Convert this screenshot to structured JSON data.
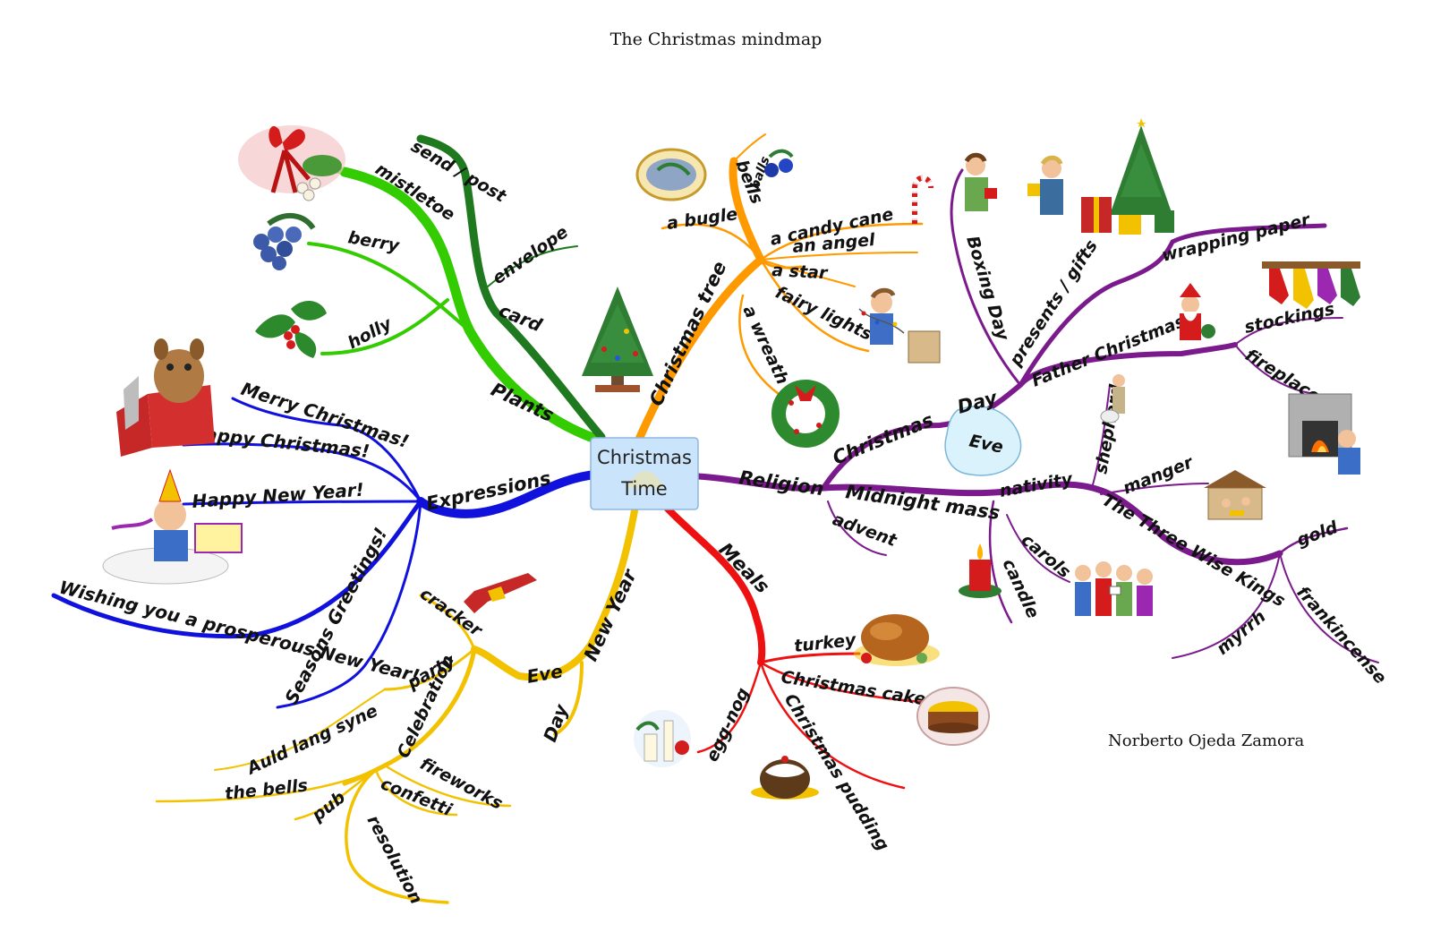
{
  "title": "The Christmas mindmap",
  "author": "Norberto Ojeda Zamora",
  "center": {
    "line1": "Christmas",
    "line2": "Time"
  },
  "colors": {
    "plants": "#33cc00",
    "card": "#1f7a1f",
    "tree": "#ff9900",
    "religion": "#7b1a8c",
    "meals": "#ee1111",
    "newyear": "#f2c200",
    "expressions": "#1111dd",
    "center_fill": "#c9e4fb",
    "center_border": "#8fb6e0"
  },
  "branches": {
    "plants": {
      "label": "Plants",
      "mistletoe": "mistletoe",
      "berry": "berry",
      "holly": "holly"
    },
    "card": {
      "label": "card",
      "send_post": "send / post",
      "envelope": "envelope"
    },
    "tree": {
      "label": "Christmas tree",
      "bells": "bells",
      "balls": "balls",
      "bugle": "a bugle",
      "candy_cane": "a candy cane",
      "angel": "an angel",
      "star": "a star",
      "fairy_lights": "fairy lights",
      "wreath": "a wreath"
    },
    "religion": {
      "label": "Religion",
      "christmas": "Christmas",
      "day": "Day",
      "eve": "Eve",
      "boxing_day": "Boxing Day",
      "presents": "presents / gifts",
      "wrapping": "wrapping paper",
      "father_christmas": "Father Christmas",
      "stockings": "stockings",
      "fireplace": "fireplace",
      "midnight_mass": "Midnight mass",
      "advent": "advent",
      "nativity": "nativity",
      "shepherd": "shepherd",
      "manger": "manger",
      "wise_kings": "The Three Wise Kings",
      "gold": "gold",
      "frankincense": "frankincense",
      "myrrh": "myrrh",
      "carols": "carols",
      "candle": "candle"
    },
    "meals": {
      "label": "Meals",
      "turkey": "turkey",
      "cake": "Christmas cake",
      "pudding": "Christmas pudding",
      "eggnog": "egg-nog"
    },
    "newyear": {
      "label": "New Year",
      "eve": "Eve",
      "day": "Day",
      "cracker": "cracker",
      "party": "party",
      "celebration": "Celebration",
      "auld": "Auld lang syne",
      "bells": "the bells",
      "pub": "pub",
      "confetti": "confetti",
      "fireworks": "fireworks",
      "resolution": "resolution"
    },
    "expressions": {
      "label": "Expressions",
      "merry": "Merry Christmas!",
      "happy_christmas": "Happy Christmas!",
      "happy_new_year": "Happy New Year!",
      "wishing": "Wishing you a  prosperous New Year!",
      "seasons": "Seasons Greetings!"
    }
  },
  "icons": [
    "mistletoe-icon",
    "blueberries-icon",
    "holly-icon",
    "tree-icon",
    "ornament-icon",
    "bells-balls-icon",
    "candy-cane-icon",
    "fairy-lights-icon",
    "wreath-icon",
    "boxing-day-icon",
    "presents-tree-icon",
    "father-christmas-icon",
    "stockings-icon",
    "fireplace-icon",
    "shepherd-icon",
    "manger-icon",
    "candle-icon",
    "carolers-icon",
    "turkey-icon",
    "cake-icon",
    "pudding-icon",
    "eggnog-icon",
    "cracker-icon",
    "gift-dog-icon",
    "party-man-icon"
  ]
}
